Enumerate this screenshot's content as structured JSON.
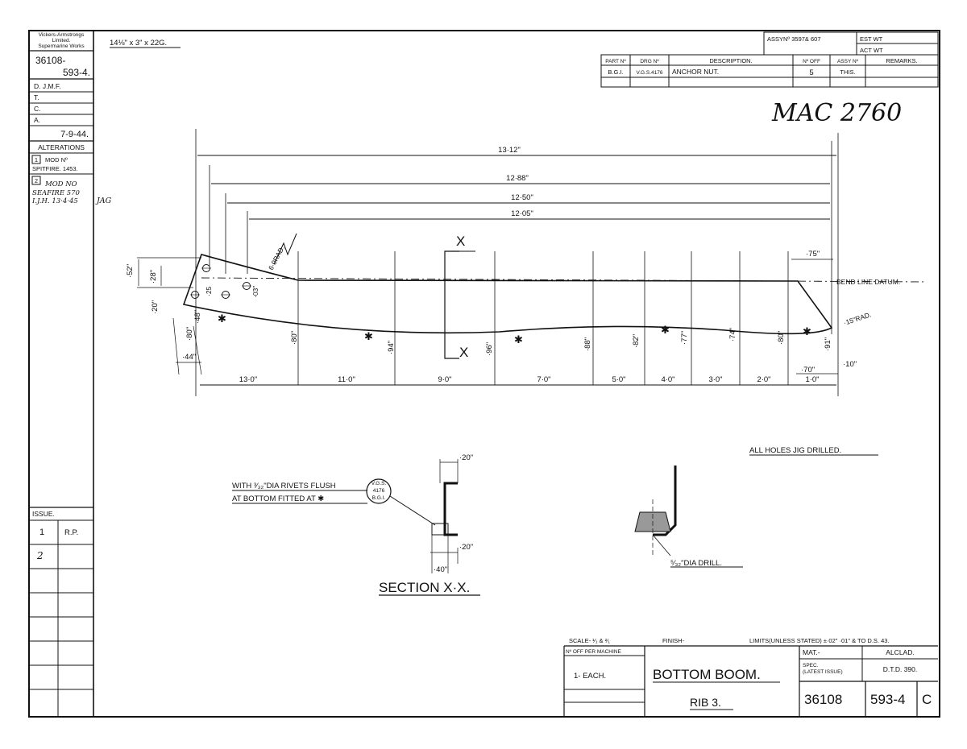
{
  "maker": {
    "line1": "Vickers-Armstrongs",
    "line2": "Limited.",
    "line3": "Supermarine Works"
  },
  "drawing_no": {
    "line1": "36108-",
    "line2": "593-4."
  },
  "signoffs": {
    "drawn": "D. J.M.F.",
    "traced": "T.",
    "checked": "C.",
    "approved": "A.",
    "date": "7-9-44."
  },
  "alterations": {
    "heading": "ALTERATIONS",
    "a1_num": "1",
    "a1_line1": "MOD Nº",
    "a1_line2": "SPITFIRE. 1453.",
    "a2_num": "2",
    "a2_line1": "MOD NO",
    "a2_line2": "SEAFIRE 570",
    "a2_line3": "I.J.H. 13·4·45",
    "initials": "JAG"
  },
  "issue": {
    "heading": "ISSUE.",
    "row1_num": "1",
    "row1_by": "R.P.",
    "row2_num": "2"
  },
  "material_size": "14⅛\" x 3\" x 22G.",
  "assy": {
    "label": "ASSY",
    "value": "Nº 3597& 607",
    "est_wt": "EST WT",
    "act_wt": "ACT WT"
  },
  "parts_table": {
    "headers": [
      "PART Nº",
      "DRG Nº",
      "DESCRIPTION.",
      "Nº OFF",
      "ASSY Nº",
      "REMARKS."
    ],
    "row": [
      "B.G.I.",
      "V.G.S.4176",
      "ANCHOR NUT.",
      "5",
      "THIS.",
      ""
    ]
  },
  "stamp": "MAC 2760",
  "overall_dims": [
    "13·12\"",
    "12·88\"",
    "12·50\"",
    "12·05\""
  ],
  "radius_label": "6·0RAD.",
  "section_marker": "X",
  "left_dims": {
    "d52": "·52\"",
    "d28": "·28\"",
    "d20": "·20\"",
    "d25": "·25",
    "d03": "·03\"",
    "d48": "·48\"",
    "d80": "·80\"",
    "d44": "·44\""
  },
  "depth_dims": [
    "·80\"",
    "·94\"",
    "·96\"",
    "·88\"",
    "·82\"",
    "·77\"",
    "·74\"",
    "·80\"",
    "·91\""
  ],
  "station_dims": [
    "13·0\"",
    "11·0\"",
    "9·0\"",
    "7·0\"",
    "5·0\"",
    "4·0\"",
    "3·0\"",
    "2·0\"",
    "1·0\""
  ],
  "right_dims": {
    "d75": "·75\"",
    "d70": "·70\"",
    "d10": "·10\"",
    "rad": "·15\"RAD."
  },
  "bend_line": "BEND LINE DATUM.",
  "holes_note": "ALL HOLES JIG DRILLED.",
  "section": {
    "title": "SECTION X·X.",
    "d20a": "·20\"",
    "d20b": "·20\"",
    "d40": "·40\""
  },
  "rivet_note": {
    "line1": "WITH ³⁄₃₂\"DIA RIVETS FLUSH",
    "line2": "AT BOTTOM FITTED AT ✱",
    "bubble1": "V.G.S.",
    "bubble2": "4176",
    "bubble3": "B.G.I."
  },
  "drill_note": "⁵⁄₃₂\"DIA DRILL.",
  "title_block": {
    "scale": "SCALE- ¹⁄₁ & ²⁄₁",
    "finish": "FINISH-",
    "limits": "LIMITS(UNLESS STATED) ±·02\" ·01\" & TO D.S. 43.",
    "no_off_label": "Nº OFF PER MACHINE",
    "no_off": "1- EACH.",
    "title1": "BOTTOM BOOM.",
    "title2": "RIB 3.",
    "mat_label": "MAT.-",
    "mat": "ALCLAD.",
    "spec_label1": "SPEC.",
    "spec_label2": "(LATEST ISSUE)",
    "spec": "D.T.D. 390.",
    "dwg1": "36108",
    "dwg2": "593-4",
    "issue_letter": "C"
  }
}
